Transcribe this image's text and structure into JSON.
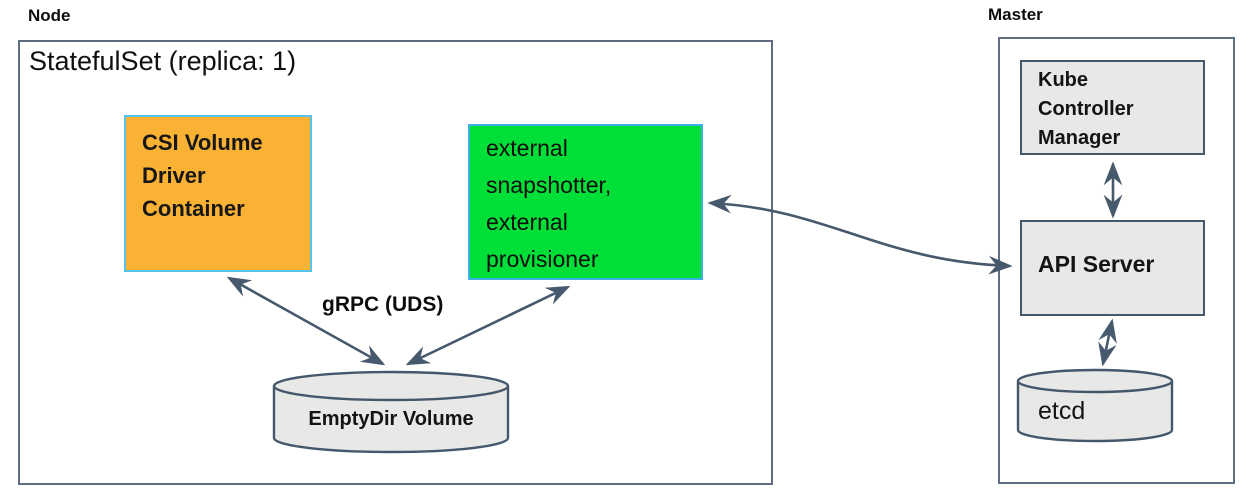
{
  "diagram": {
    "node": {
      "title": "Node",
      "statefulset_label": "StatefulSet (replica: 1)",
      "csi_driver": {
        "line1": "CSI Volume",
        "line2": "Driver",
        "line3": "Container"
      },
      "sidecars": {
        "line1": "external",
        "line2": "snapshotter,",
        "line3": "external",
        "line4": "provisioner"
      },
      "grpc_label": "gRPC (UDS)",
      "emptydir_label": "EmptyDir Volume"
    },
    "master": {
      "title": "Master",
      "kcm": {
        "line1": "Kube",
        "line2": "Controller",
        "line3": "Manager"
      },
      "api_server_label": "API Server",
      "etcd_label": "etcd"
    },
    "colors": {
      "csi_driver_fill": "#f9b233",
      "csi_driver_border": "#55c3ee",
      "sidecars_fill": "#00df38",
      "sidecars_border": "#3cb0e8",
      "component_fill": "#e8e8e7",
      "component_border": "#44576b",
      "outer_box_border": "#5e6e80",
      "arrow": "#47596c",
      "text": "#141414"
    }
  }
}
